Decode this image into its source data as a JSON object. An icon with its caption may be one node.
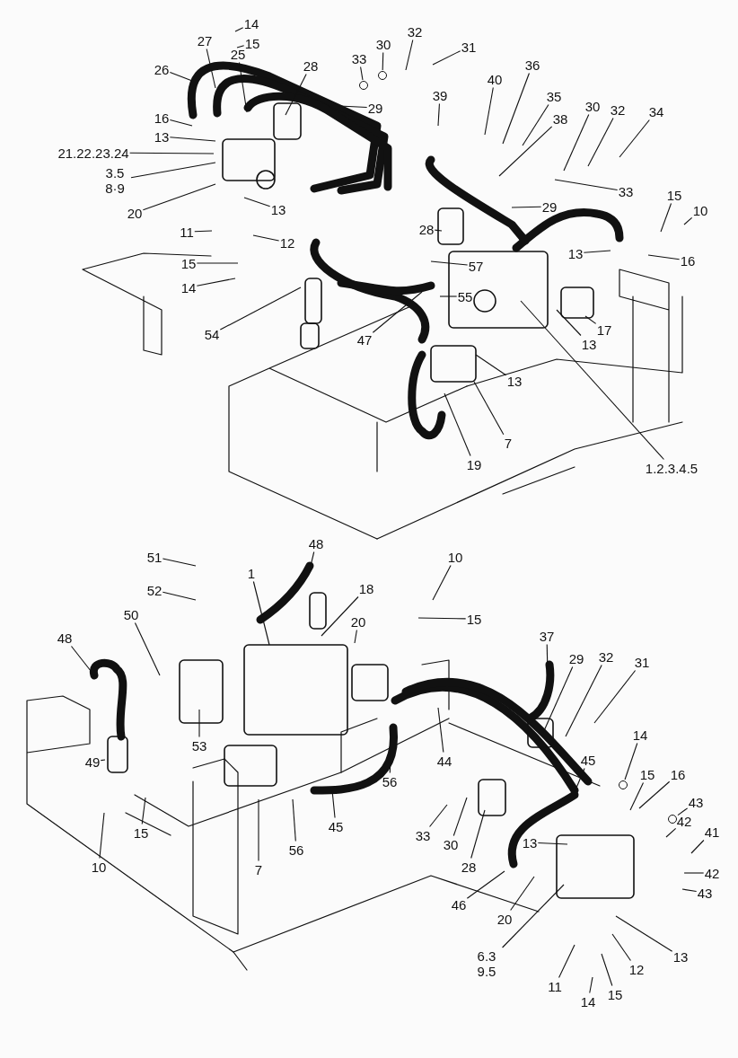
{
  "diagram": {
    "nodes": [
      {
        "text": [
          "14"
        ]
      },
      {
        "text": [
          "15"
        ]
      },
      {
        "text": [
          "27"
        ]
      },
      {
        "text": [
          "26"
        ]
      },
      {
        "text": [
          "25"
        ]
      },
      {
        "text": [
          "28"
        ]
      },
      {
        "text": [
          "29"
        ]
      },
      {
        "text": [
          "33"
        ]
      },
      {
        "text": [
          "30"
        ]
      },
      {
        "text": [
          "32"
        ]
      },
      {
        "text": [
          "31"
        ]
      },
      {
        "text": [
          "16"
        ]
      },
      {
        "text": [
          "13"
        ]
      },
      {
        "text": [
          "21.22.23.24"
        ]
      },
      {
        "text": [
          "3.5 8·9"
        ]
      },
      {
        "text": [
          "20"
        ]
      },
      {
        "text": [
          "11"
        ]
      },
      {
        "text": [
          "13"
        ]
      },
      {
        "text": [
          "12"
        ]
      },
      {
        "text": [
          "15"
        ]
      },
      {
        "text": [
          "14"
        ]
      },
      {
        "text": [
          "54"
        ]
      },
      {
        "text": [
          "47"
        ]
      },
      {
        "text": [
          "39"
        ]
      },
      {
        "text": [
          "40"
        ]
      },
      {
        "text": [
          "36"
        ]
      },
      {
        "text": [
          "35"
        ]
      },
      {
        "text": [
          "38"
        ]
      },
      {
        "text": [
          "30"
        ]
      },
      {
        "text": [
          "32"
        ]
      },
      {
        "text": [
          "34"
        ]
      },
      {
        "text": [
          "33"
        ]
      },
      {
        "text": [
          "29"
        ]
      },
      {
        "text": [
          "15"
        ]
      },
      {
        "text": [
          "10"
        ]
      },
      {
        "text": [
          "13"
        ]
      },
      {
        "text": [
          "16"
        ]
      },
      {
        "text": [
          "28"
        ]
      },
      {
        "text": [
          "57"
        ]
      },
      {
        "text": [
          "55"
        ]
      },
      {
        "text": [
          "17"
        ]
      },
      {
        "text": [
          "13"
        ]
      },
      {
        "text": [
          "13"
        ]
      },
      {
        "text": [
          "7"
        ]
      },
      {
        "text": [
          "19"
        ]
      },
      {
        "text": [
          "1.2.3.4.5"
        ]
      },
      {
        "text": [
          "48"
        ]
      },
      {
        "text": [
          "51"
        ]
      },
      {
        "text": [
          "52"
        ]
      },
      {
        "text": [
          "50"
        ]
      },
      {
        "text": [
          "1"
        ]
      },
      {
        "text": [
          "18"
        ]
      },
      {
        "text": [
          "10"
        ]
      },
      {
        "text": [
          "15"
        ]
      },
      {
        "text": [
          "20"
        ]
      },
      {
        "text": [
          "48"
        ]
      },
      {
        "text": [
          "53"
        ]
      },
      {
        "text": [
          "49"
        ]
      },
      {
        "text": [
          "15"
        ]
      },
      {
        "text": [
          "10"
        ]
      },
      {
        "text": [
          "7"
        ]
      },
      {
        "text": [
          "56"
        ]
      },
      {
        "text": [
          "45"
        ]
      },
      {
        "text": [
          "56"
        ]
      },
      {
        "text": [
          "44"
        ]
      },
      {
        "text": [
          "37"
        ]
      },
      {
        "text": [
          "29"
        ]
      },
      {
        "text": [
          "32"
        ]
      },
      {
        "text": [
          "31"
        ]
      },
      {
        "text": [
          "33"
        ]
      },
      {
        "text": [
          "30"
        ]
      },
      {
        "text": [
          "28"
        ]
      },
      {
        "text": [
          "45"
        ]
      },
      {
        "text": [
          "14"
        ]
      },
      {
        "text": [
          "15"
        ]
      },
      {
        "text": [
          "16"
        ]
      },
      {
        "text": [
          "43"
        ]
      },
      {
        "text": [
          "42"
        ]
      },
      {
        "text": [
          "41"
        ]
      },
      {
        "text": [
          "42"
        ]
      },
      {
        "text": [
          "43"
        ]
      },
      {
        "text": [
          "13"
        ]
      },
      {
        "text": [
          "46"
        ]
      },
      {
        "text": [
          "20"
        ]
      },
      {
        "text": [
          "6.3 9.5"
        ]
      },
      {
        "text": [
          "11"
        ]
      },
      {
        "text": [
          "12"
        ]
      },
      {
        "text": [
          "13"
        ]
      },
      {
        "text": [
          "14"
        ]
      },
      {
        "text": [
          "15"
        ]
      },
      {
        "text": [],
        "shape": "circle"
      },
      {
        "text": [],
        "shape": "circle"
      },
      {
        "text": [],
        "shape": "circle"
      },
      {
        "text": [],
        "shape": "circle"
      }
    ],
    "edges": [
      {
        "from": 0,
        "to": null,
        "arrow": "none"
      },
      {
        "from": 1,
        "to": null,
        "arrow": "none"
      },
      {
        "from": 2,
        "to": null,
        "arrow": "none"
      },
      {
        "from": 3,
        "to": null,
        "arrow": "none"
      },
      {
        "from": 4,
        "to": null,
        "arrow": "none"
      },
      {
        "from": 5,
        "to": null,
        "arrow": "none"
      },
      {
        "from": 6,
        "to": null,
        "arrow": "none"
      },
      {
        "from": 7,
        "to": 93,
        "arrow": "none"
      },
      {
        "from": 8,
        "to": 90,
        "arrow": "none"
      },
      {
        "from": 9,
        "to": null,
        "arrow": "none"
      },
      {
        "from": 10,
        "to": null,
        "arrow": "none"
      },
      {
        "from": 11,
        "to": null,
        "arrow": "none"
      },
      {
        "from": 12,
        "to": null,
        "arrow": "none"
      },
      {
        "from": 13,
        "to": null,
        "arrow": "none"
      },
      {
        "from": 14,
        "to": null,
        "arrow": "none"
      },
      {
        "from": 15,
        "to": null,
        "arrow": "none"
      },
      {
        "from": 16,
        "to": null,
        "arrow": "none"
      },
      {
        "from": 17,
        "to": null,
        "arrow": "none"
      },
      {
        "from": 18,
        "to": null,
        "arrow": "none"
      },
      {
        "from": 19,
        "to": null,
        "arrow": "none"
      },
      {
        "from": 20,
        "to": null,
        "arrow": "none"
      },
      {
        "from": 21,
        "to": null,
        "arrow": "none"
      },
      {
        "from": 22,
        "to": null,
        "arrow": "none"
      },
      {
        "from": 23,
        "to": null,
        "arrow": "none"
      },
      {
        "from": 24,
        "to": null,
        "arrow": "none"
      },
      {
        "from": 25,
        "to": null,
        "arrow": "none"
      },
      {
        "from": 26,
        "to": null,
        "arrow": "none"
      },
      {
        "from": 27,
        "to": null,
        "arrow": "none"
      },
      {
        "from": 28,
        "to": null,
        "arrow": "none"
      },
      {
        "from": 29,
        "to": null,
        "arrow": "none"
      },
      {
        "from": 30,
        "to": null,
        "arrow": "none"
      },
      {
        "from": 31,
        "to": null,
        "arrow": "none"
      },
      {
        "from": 32,
        "to": null,
        "arrow": "none"
      },
      {
        "from": 33,
        "to": null,
        "arrow": "none"
      },
      {
        "from": 34,
        "to": null,
        "arrow": "none"
      },
      {
        "from": 35,
        "to": null,
        "arrow": "none"
      },
      {
        "from": 36,
        "to": null,
        "arrow": "none"
      },
      {
        "from": 37,
        "to": null,
        "arrow": "none"
      },
      {
        "from": 38,
        "to": null,
        "arrow": "none"
      },
      {
        "from": 39,
        "to": null,
        "arrow": "none"
      },
      {
        "from": 40,
        "to": null,
        "arrow": "none"
      },
      {
        "from": 41,
        "to": null,
        "arrow": "none"
      },
      {
        "from": 42,
        "to": null,
        "arrow": "none"
      },
      {
        "from": 43,
        "to": null,
        "arrow": "none"
      },
      {
        "from": 44,
        "to": null,
        "arrow": "none"
      },
      {
        "from": 45,
        "to": null,
        "arrow": "none"
      },
      {
        "from": 46,
        "to": null,
        "arrow": "none"
      },
      {
        "from": 47,
        "to": null,
        "arrow": "none"
      },
      {
        "from": 48,
        "to": null,
        "arrow": "none"
      },
      {
        "from": 49,
        "to": null,
        "arrow": "none"
      },
      {
        "from": 50,
        "to": null,
        "arrow": "none"
      },
      {
        "from": 51,
        "to": null,
        "arrow": "none"
      },
      {
        "from": 52,
        "to": null,
        "arrow": "none"
      },
      {
        "from": 53,
        "to": null,
        "arrow": "none"
      },
      {
        "from": 54,
        "to": null,
        "arrow": "none"
      },
      {
        "from": 55,
        "to": null,
        "arrow": "none"
      },
      {
        "from": 56,
        "to": null,
        "arrow": "none"
      },
      {
        "from": 57,
        "to": null,
        "arrow": "none"
      },
      {
        "from": 58,
        "to": null,
        "arrow": "none"
      },
      {
        "from": 59,
        "to": null,
        "arrow": "none"
      },
      {
        "from": 60,
        "to": null,
        "arrow": "none"
      },
      {
        "from": 61,
        "to": null,
        "arrow": "none"
      },
      {
        "from": 62,
        "to": null,
        "arrow": "none"
      },
      {
        "from": 63,
        "to": null,
        "arrow": "none"
      },
      {
        "from": 64,
        "to": null,
        "arrow": "none"
      },
      {
        "from": 65,
        "to": null,
        "arrow": "none"
      },
      {
        "from": 66,
        "to": null,
        "arrow": "none"
      },
      {
        "from": 67,
        "to": null,
        "arrow": "none"
      },
      {
        "from": 68,
        "to": null,
        "arrow": "none"
      },
      {
        "from": 69,
        "to": null,
        "arrow": "none"
      },
      {
        "from": 70,
        "to": null,
        "arrow": "none"
      },
      {
        "from": 71,
        "to": null,
        "arrow": "none"
      },
      {
        "from": 72,
        "to": null,
        "arrow": "none"
      },
      {
        "from": 73,
        "to": 91,
        "arrow": "none"
      },
      {
        "from": 74,
        "to": null,
        "arrow": "none"
      },
      {
        "from": 75,
        "to": null,
        "arrow": "none"
      },
      {
        "from": 76,
        "to": 92,
        "arrow": "none"
      },
      {
        "from": 77,
        "to": null,
        "arrow": "none"
      },
      {
        "from": 78,
        "to": null,
        "arrow": "none"
      },
      {
        "from": 79,
        "to": null,
        "arrow": "none"
      },
      {
        "from": 80,
        "to": null,
        "arrow": "none"
      },
      {
        "from": 81,
        "to": null,
        "arrow": "none"
      },
      {
        "from": 82,
        "to": null,
        "arrow": "none"
      },
      {
        "from": 83,
        "to": null,
        "arrow": "none"
      },
      {
        "from": 84,
        "to": null,
        "arrow": "none"
      },
      {
        "from": 85,
        "to": null,
        "arrow": "none"
      },
      {
        "from": 86,
        "to": null,
        "arrow": "none"
      },
      {
        "from": 87,
        "to": null,
        "arrow": "none"
      },
      {
        "from": 88,
        "to": null,
        "arrow": "none"
      },
      {
        "from": 89,
        "to": null,
        "arrow": "none"
      }
    ]
  }
}
